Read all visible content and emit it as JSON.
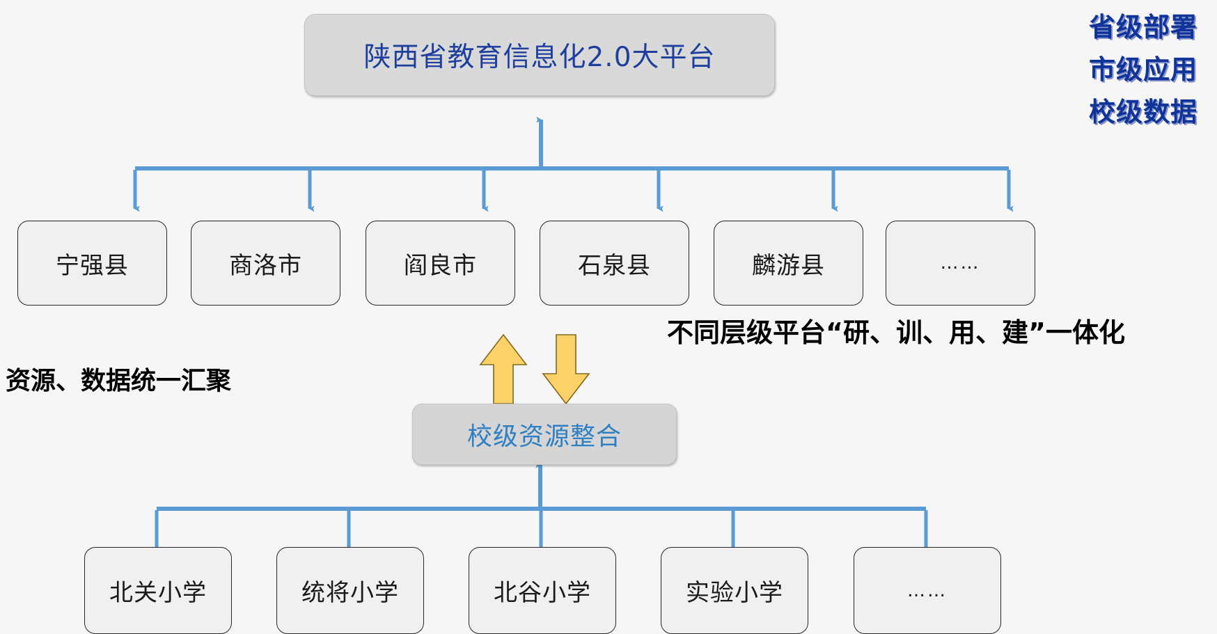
{
  "diagram": {
    "title_node": {
      "label": "陕西省教育信息化2.0大平台"
    },
    "mid_node": {
      "label": "校级资源整合"
    },
    "district_nodes": [
      {
        "label": "宁强县"
      },
      {
        "label": "商洛市"
      },
      {
        "label": "阎良市"
      },
      {
        "label": "石泉县"
      },
      {
        "label": "麟游县"
      },
      {
        "label": "……"
      }
    ],
    "school_nodes": [
      {
        "label": "北关小学"
      },
      {
        "label": "统将小学"
      },
      {
        "label": "北谷小学"
      },
      {
        "label": "实验小学"
      },
      {
        "label": "……"
      }
    ],
    "tier_labels": [
      {
        "label": "省级部署"
      },
      {
        "label": "市级应用"
      },
      {
        "label": "校级数据"
      }
    ],
    "captions": {
      "left": "资源、数据统一汇聚",
      "right": "不同层级平台“研、训、用、建”一体化"
    },
    "exchange_arrows": {
      "up_icon": "arrow-up-icon",
      "down_icon": "arrow-down-icon"
    },
    "colors": {
      "connector": "#5B9BD5",
      "title_text": "#1F3F9E",
      "mid_text": "#2E7FC4",
      "tier_text": "#10339A",
      "top_box_fill": "#D9D9D9",
      "leaf_box_fill": "#F0F0F0",
      "leaf_box_border": "#262626",
      "yellow_arrow_fill": "#FBD168",
      "background": "#F6F6F6"
    }
  }
}
